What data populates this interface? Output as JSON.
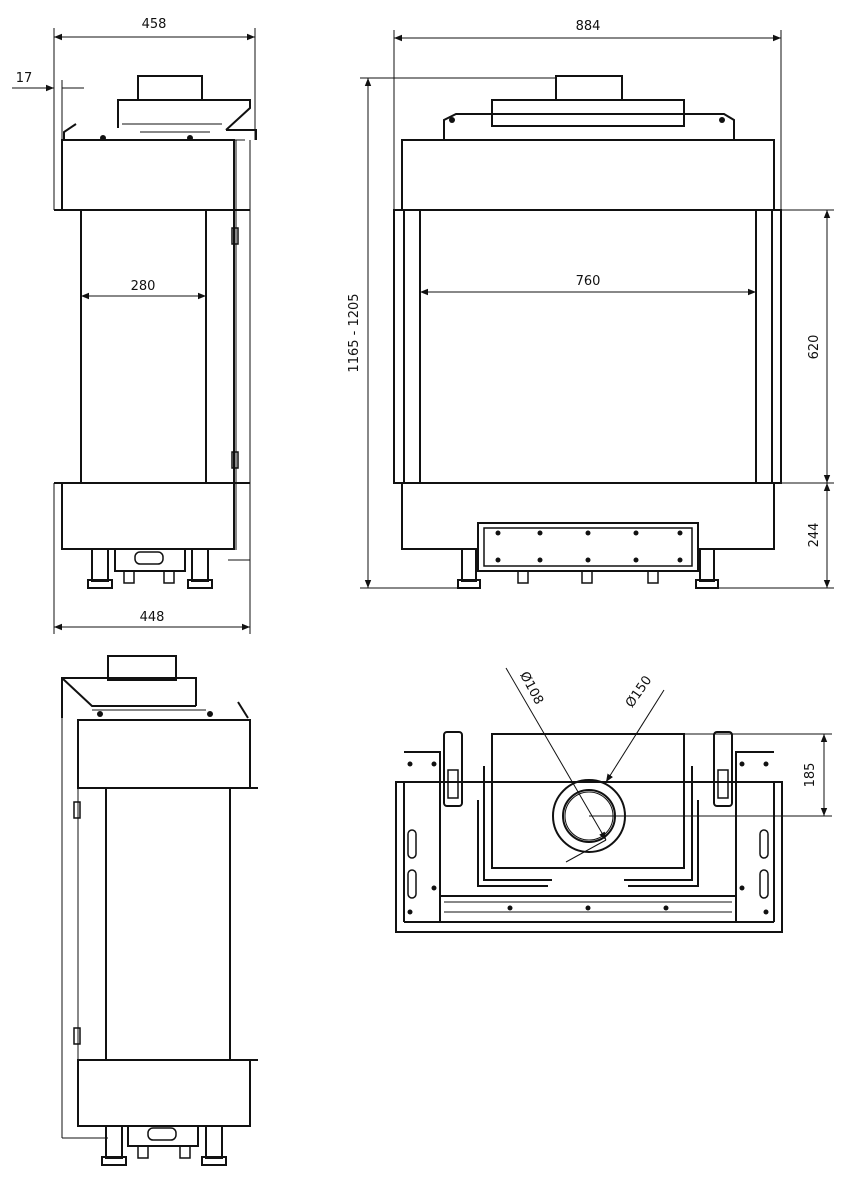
{
  "dimensions": {
    "side_top_width": "458",
    "side_offset": "17",
    "side_window_width": "280",
    "side_bottom_width": "448",
    "front_width": "884",
    "front_height_range": "1165 - 1205",
    "front_window_width": "760",
    "front_window_height": "620",
    "front_base_height": "244",
    "flue_inner_diameter": "Ø108",
    "flue_outer_diameter": "Ø150",
    "flue_offset": "185"
  }
}
